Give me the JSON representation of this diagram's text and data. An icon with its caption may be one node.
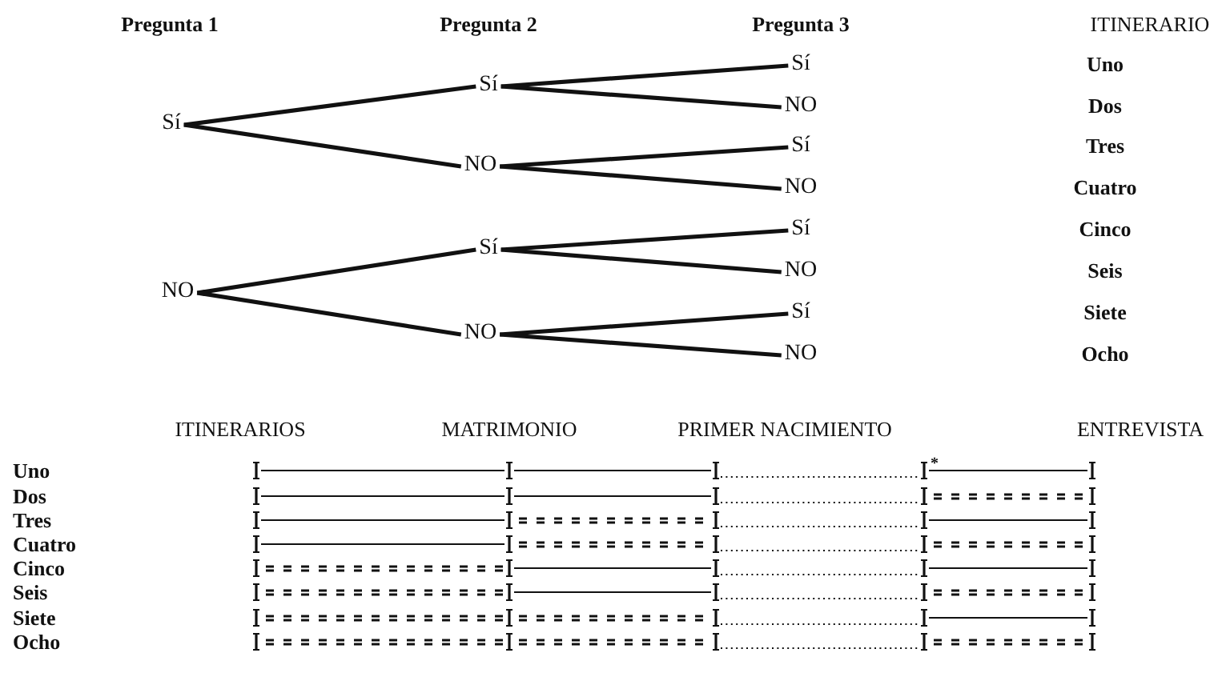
{
  "diagram": {
    "nodes": [
      {
        "text": [
          "Sí"
        ]
      },
      {
        "text": [
          "NO"
        ]
      },
      {
        "text": [
          "Sí"
        ]
      },
      {
        "text": [
          "NO"
        ]
      },
      {
        "text": [
          "Sí"
        ]
      },
      {
        "text": [
          "NO"
        ]
      },
      {
        "text": [
          "Sí"
        ]
      },
      {
        "text": [
          "NO"
        ]
      },
      {
        "text": [
          "Sí"
        ]
      },
      {
        "text": [
          "NO"
        ]
      },
      {
        "text": [
          "Sí"
        ]
      },
      {
        "text": [
          "NO"
        ]
      },
      {
        "text": [
          "Sí"
        ]
      },
      {
        "text": [
          "NO"
        ]
      }
    ],
    "edges": [
      {
        "from": 0,
        "to": 2,
        "arrow": "none"
      },
      {
        "from": 0,
        "to": 3,
        "arrow": "none"
      },
      {
        "from": 1,
        "to": 4,
        "arrow": "none"
      },
      {
        "from": 1,
        "to": 5,
        "arrow": "none"
      },
      {
        "from": 2,
        "to": 6,
        "arrow": "none"
      },
      {
        "from": 2,
        "to": 7,
        "arrow": "none"
      },
      {
        "from": 3,
        "to": 8,
        "arrow": "none"
      },
      {
        "from": 3,
        "to": 9,
        "arrow": "none"
      },
      {
        "from": 4,
        "to": 10,
        "arrow": "none"
      },
      {
        "from": 4,
        "to": 11,
        "arrow": "none"
      },
      {
        "from": 5,
        "to": 12,
        "arrow": "none"
      },
      {
        "from": 5,
        "to": 13,
        "arrow": "none"
      }
    ],
    "labels": [
      "Pregunta 1",
      "Pregunta 2",
      "Pregunta 3",
      "ITINERARIO",
      "Uno",
      "Dos",
      "Tres",
      "Cuatro",
      "Cinco",
      "Seis",
      "Siete",
      "Ocho",
      "ITINERARIOS",
      "MATRIMONIO",
      "PRIMER NACIMIENTO",
      "ENTREVISTA",
      "Uno",
      "*",
      "Dos",
      "Tres",
      "Cuatro",
      "Cinco",
      "Seis",
      "Siete",
      "Ocho"
    ]
  }
}
